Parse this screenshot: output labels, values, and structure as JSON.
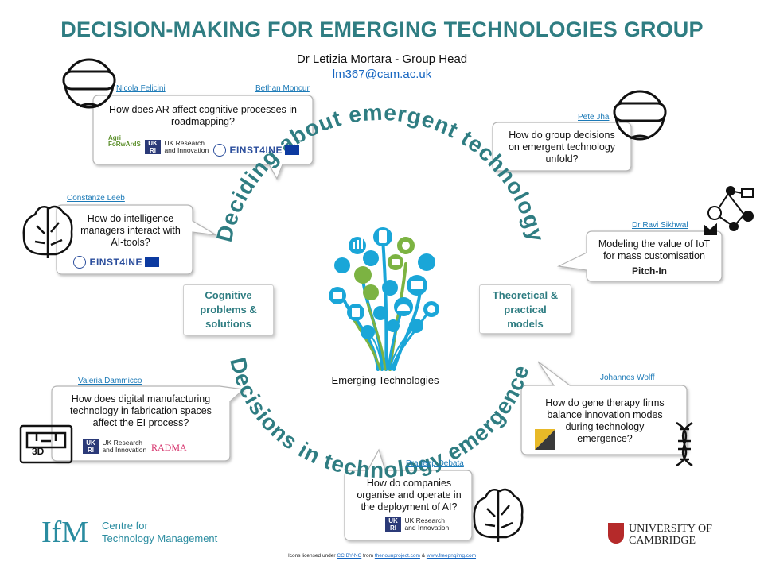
{
  "header": {
    "title": "DECISION-MAKING FOR EMERGING TECHNOLOGIES GROUP",
    "subtitle": "Dr Letizia Mortara - Group Head",
    "email": "lm367@cam.ac.uk"
  },
  "circle": {
    "top_text": "Deciding about emergent technology",
    "bottom_text": "Decisions in technology emergence",
    "center_label": "Emerging Technologies",
    "left_box": [
      "Cognitive",
      "problems &",
      "solutions"
    ],
    "right_box": [
      "Theoretical &",
      "practical",
      "models"
    ]
  },
  "bubbles": {
    "ar": {
      "names": [
        "Nicola Felicini",
        "Bethan Moncur"
      ],
      "question": [
        "How does AR affect cognitive processes in",
        "roadmapping?"
      ]
    },
    "group": {
      "name": "Pete Jha",
      "question": [
        "How do group decisions",
        "on emergent technology",
        "unfold?"
      ]
    },
    "intel": {
      "name": "Constanze Leeb",
      "question": [
        "How do intelligence",
        "managers interact with",
        "AI-tools?"
      ]
    },
    "iot": {
      "name": "Dr Ravi Sikhwal",
      "question": [
        "Modeling the value of IoT",
        "for mass customisation"
      ]
    },
    "digital": {
      "name": "Valeria Dammicco",
      "question": [
        "How does digital manufacturing",
        "technology in fabrication spaces",
        "affect the EI process?"
      ]
    },
    "gene": {
      "name": "Johannes Wolff",
      "question": [
        "How do gene therapy firms",
        "balance innovation modes",
        "during technology",
        "emergence?"
      ]
    },
    "ai": {
      "name": "Pradeep Debata",
      "question": [
        "How do companies",
        "organise and operate in",
        "the deployment of AI?"
      ]
    }
  },
  "logos": {
    "agri": [
      "Agri",
      "FoRwArdS"
    ],
    "ukri_box": [
      "UK",
      "RI"
    ],
    "ukri_text": [
      "UK Research",
      "and Innovation"
    ],
    "einstein": "EINST4INE",
    "pitchin": "Pitch-In",
    "radma": "RADMA",
    "printer": "3D"
  },
  "footer": {
    "prefix": "Icons licensed under ",
    "license": "CC BY-NC",
    "from": " from ",
    "site1": "thenounproject.com",
    "amp": " & ",
    "site2": "www.freepngimg.com"
  },
  "brand": {
    "ifm": "IfM",
    "ifm_text": [
      "Centre for",
      "Technology Management"
    ],
    "cam": [
      "UNIVERSITY OF",
      "CAMBRIDGE"
    ]
  },
  "colors": {
    "teal": "#2f7d82",
    "accent_blue": "#1c7ab7",
    "tree_blue": "#1aa6d8",
    "tree_green": "#7cb342"
  }
}
